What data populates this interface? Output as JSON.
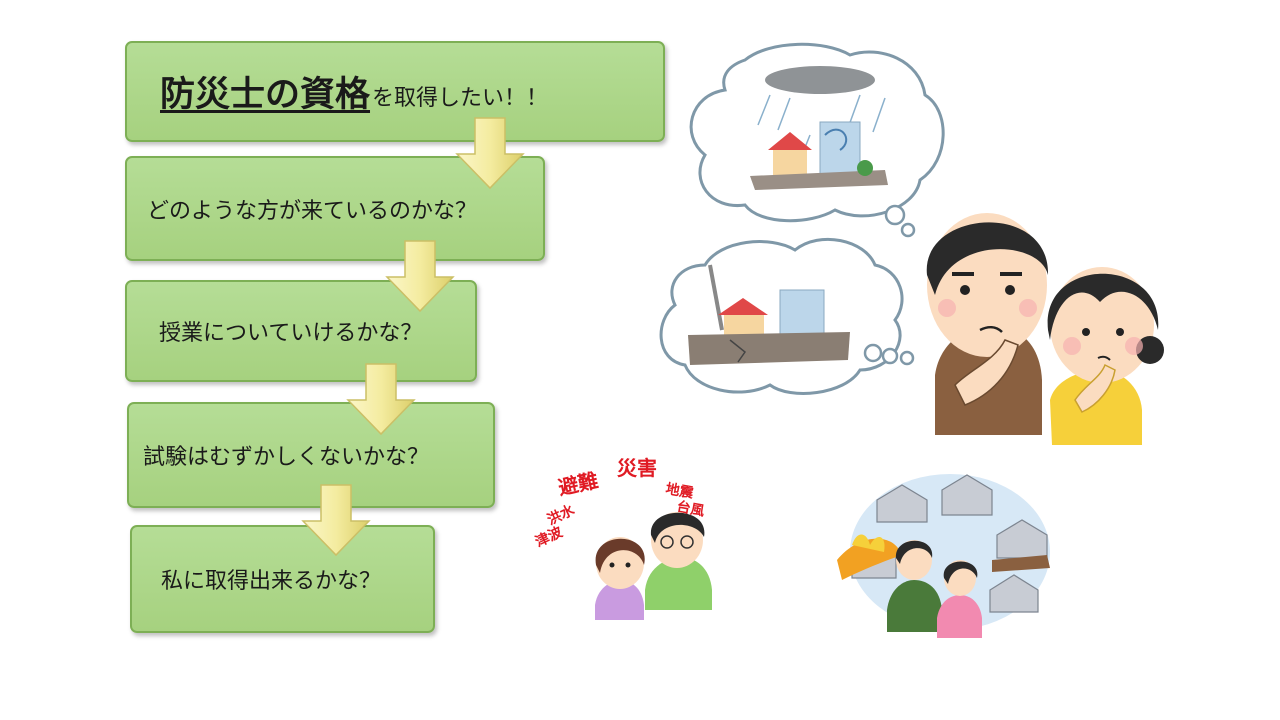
{
  "flow": {
    "title_strong": "防災士の資格",
    "title_rest": "を取得したい！！",
    "steps": [
      "どのような方が来ているのかな？",
      "授業についていけるかな？",
      "試験はむずかしくないかな？",
      "私に取得出来るかな？"
    ]
  },
  "illustration": {
    "words": [
      "避難",
      "災害",
      "地震",
      "台風",
      "洪水",
      "津波"
    ]
  },
  "colors": {
    "box_fill": "#a8d384",
    "box_border": "#7daf55",
    "arrow_fill": "#f4eca0",
    "accent_red": "#e01b24"
  }
}
